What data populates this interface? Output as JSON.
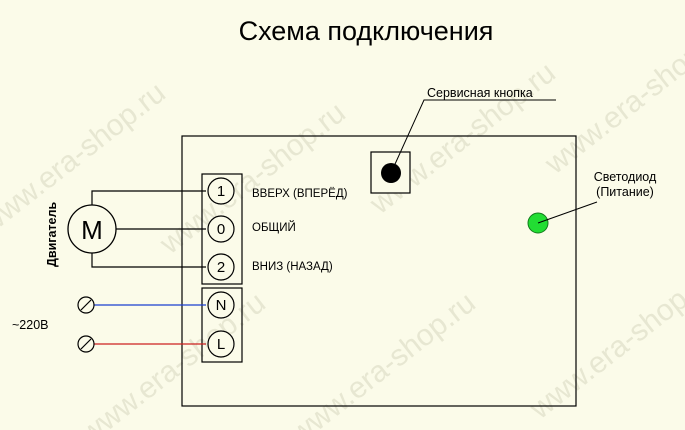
{
  "title": "Схема подключения",
  "watermark": "www.era-shop.ru",
  "motor": {
    "symbol": "M",
    "label": "Двигатель"
  },
  "power": {
    "label": "~220В"
  },
  "service_button": {
    "label": "Сервисная кнопка"
  },
  "led": {
    "label_line1": "Светодиод",
    "label_line2": "(Питание)",
    "color": "#22dd33"
  },
  "terminals": [
    {
      "id": "1",
      "label": "ВВЕРХ (ВПЕРЁД)"
    },
    {
      "id": "0",
      "label": "ОБЩИЙ"
    },
    {
      "id": "2",
      "label": "ВНИЗ (НАЗАД)"
    },
    {
      "id": "N",
      "label": ""
    },
    {
      "id": "L",
      "label": ""
    }
  ],
  "colors": {
    "neutral_wire": "#1a3fd0",
    "live_wire": "#cc2020",
    "background": "#fbfbe9"
  }
}
